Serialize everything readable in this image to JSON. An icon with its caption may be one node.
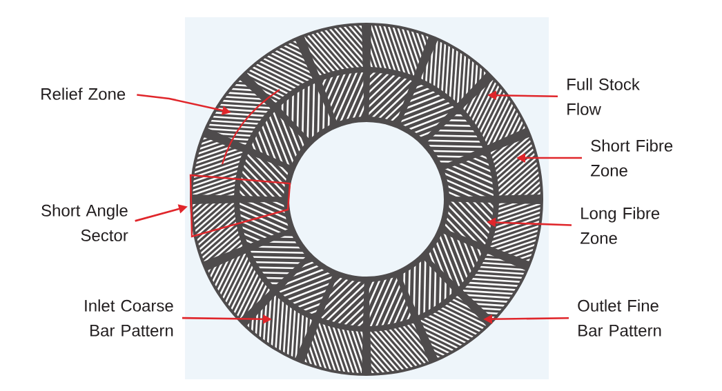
{
  "diagram": {
    "nodes": [
      {
        "text": [
          "Relief Zone"
        ]
      },
      {
        "text": [
          "Full Stock Flow"
        ]
      },
      {
        "text": [
          "Short Fibre Zone"
        ]
      },
      {
        "text": [
          "Short Angle Sector"
        ]
      },
      {
        "text": [
          "Long Fibre Zone"
        ]
      },
      {
        "text": [
          "Inlet Coarse Bar Pattern"
        ]
      },
      {
        "text": [
          "Outlet Fine Bar Pattern"
        ]
      },
      {
        "text": [],
        "shape": "box"
      }
    ],
    "edges": [
      {
        "from": 0,
        "to": null,
        "arrow": "to"
      },
      {
        "from": 1,
        "to": null,
        "arrow": "to"
      },
      {
        "from": 2,
        "to": null,
        "arrow": "to"
      },
      {
        "from": 3,
        "to": 7,
        "arrow": "to"
      },
      {
        "from": 4,
        "to": null,
        "arrow": "to"
      },
      {
        "from": 5,
        "to": null,
        "arrow": "to"
      },
      {
        "from": 6,
        "to": null,
        "arrow": "to"
      }
    ]
  }
}
